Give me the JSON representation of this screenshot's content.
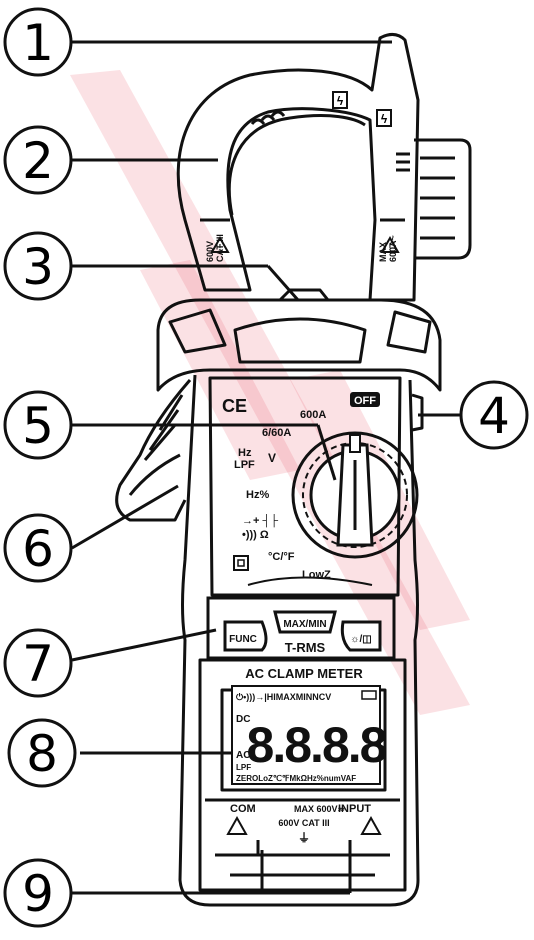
{
  "callouts": [
    "1",
    "2",
    "3",
    "4",
    "5",
    "6",
    "7",
    "8",
    "9"
  ],
  "jaw": {
    "left_rating": "600V\nCAT III",
    "right_rating": "MAX\n600A~",
    "bolt_left": "ϟ",
    "bolt_right": "ϟ"
  },
  "dial": {
    "ce_mark": "CE",
    "off": "OFF",
    "range_600a": "600A",
    "range_6_60a": "6/60A",
    "v_ac": "V",
    "hz_lpf_1": "Hz",
    "hz_lpf_2": "LPF",
    "hz_percent": "Hz%",
    "diode_cap": "→+ ┤├",
    "cont_ohm": "•))) Ω",
    "temp": "°C/°F",
    "lowz": "LowZ"
  },
  "buttons": {
    "func": "FUNC",
    "maxmin": "MAX/MIN",
    "light": "☼/◫"
  },
  "trms": "T-RMS",
  "model_label": "AC CLAMP METER",
  "lcd": {
    "top_row": "⏻•)))→|HIMAXMINNCV",
    "dc": "DC",
    "ac": "AC",
    "lpf": "LPF",
    "digits": "8.8.8.8",
    "bottom_row": "ZEROLoZ℃℉MkΩHz%numVAF"
  },
  "terminals": {
    "com": "COM",
    "max": "MAX 600V≂",
    "input": "INPUT",
    "cat": "600V CAT III",
    "ground": "⏚"
  },
  "colors": {
    "outline": "#111111",
    "watermark": "#e85a6a",
    "lcd_bg": "#ffffff"
  }
}
